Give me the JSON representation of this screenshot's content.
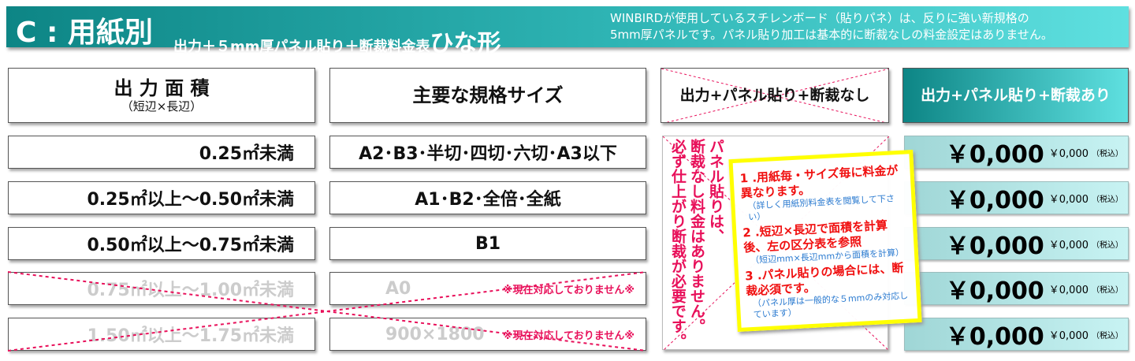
{
  "header": {
    "code": "C",
    "title": "用紙別",
    "subtitle": "出力＋５mm厚パネル貼り＋断裁料金表",
    "suffix": "ひな形",
    "note_line1": "WINBIRDが使用しているスチレンボード（貼りパネ）は、反りに強い新規格の",
    "note_line2": "5mm厚パネルです。パネル貼り加工は基本的に断裁なしの料金設定はありません。"
  },
  "columns": {
    "area": "出 力 面 積",
    "area_sub": "（短辺×長辺）",
    "sizes": "主要な規格サイズ",
    "no_cut": "出力+パネル貼り+断裁なし",
    "with_cut": "出力+パネル貼り+断裁あり"
  },
  "rows": [
    {
      "area": "0.25㎡未満",
      "sizes": "A2･B3･半切･四切･六切･A3以下"
    },
    {
      "area": "0.25㎡以上〜0.50㎡未満",
      "sizes": "A1･B2･全倍･全紙"
    },
    {
      "area": "0.50㎡以上〜0.75㎡未満",
      "sizes": "B1"
    },
    {
      "area": "0.75㎡以上〜1.00㎡未満",
      "sizes": "A0",
      "note": "※現在対応しておりません※"
    },
    {
      "area": "1.50㎡以上〜1.75㎡未満",
      "sizes": "900×1800",
      "note": "※現在対応しておりません※"
    }
  ],
  "no_cut_note_col1": "パネル貼りは、",
  "no_cut_note_col2": "断裁なし料金はありません。",
  "no_cut_note_col3": "必ず仕上がり断裁が必要です。",
  "prices": [
    {
      "price": "￥0,000",
      "tax_price": "￥0,000",
      "tax": "（税込）"
    },
    {
      "price": "￥0,000",
      "tax_price": "￥0,000",
      "tax": "（税込）"
    },
    {
      "price": "￥0,000",
      "tax_price": "￥0,000",
      "tax": "（税込）"
    },
    {
      "price": "￥0,000",
      "tax_price": "￥0,000",
      "tax": "（税込）"
    },
    {
      "price": "￥0,000",
      "tax_price": "￥0,000",
      "tax": "（税込）"
    }
  ],
  "callout": [
    {
      "main": "1 .用紙毎・サイズ毎に料金が異なります。",
      "sub": "（詳しく用紙別料金表を閲覧して下さい）"
    },
    {
      "main": "2 .短辺×長辺で面積を計算後、左の区分表を参照",
      "sub": "（短辺mm×長辺mmから面積を計算）"
    },
    {
      "main": "3 .パネル貼りの場合には、断裁必須です。",
      "sub": "（パネル厚は一般的な５mmのみ対応しています）"
    }
  ]
}
